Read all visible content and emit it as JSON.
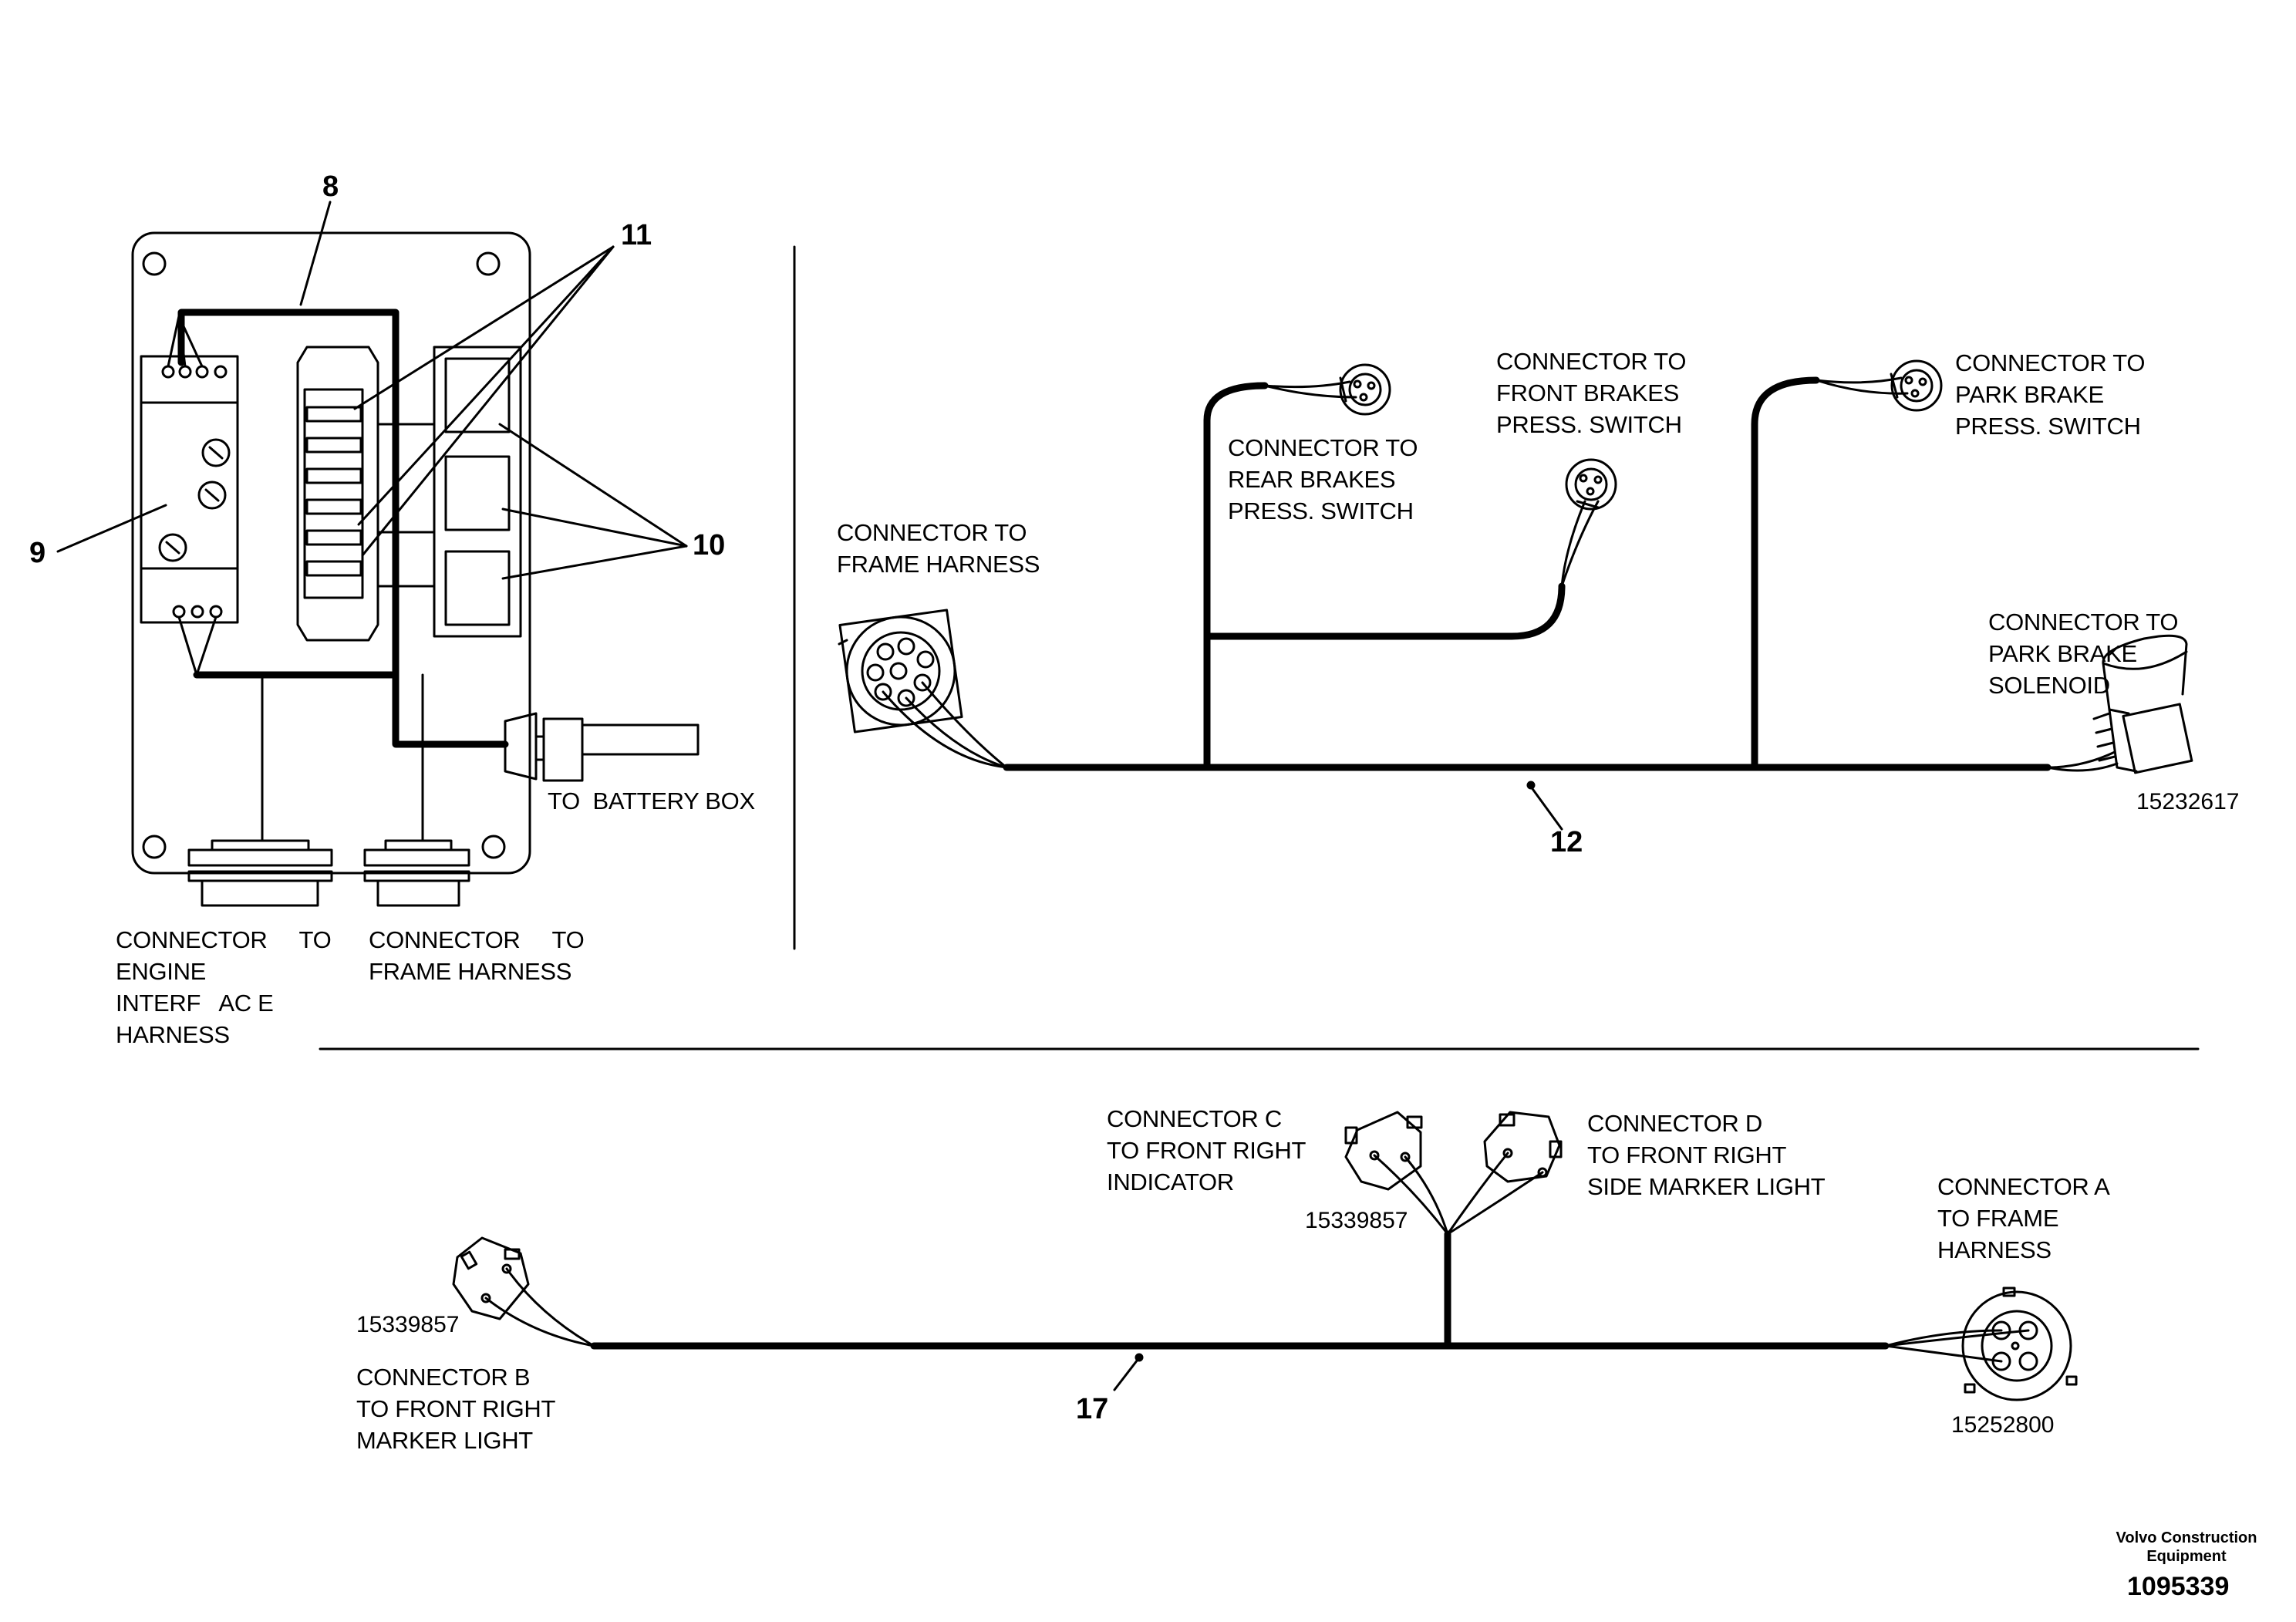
{
  "labels": {
    "engine_interface": "CONNECTOR     TO\nENGINE\nINTERF   AC E\nHARNESS",
    "frame_harness_box": "CONNECTOR     TO\nFRAME HARNESS",
    "battery_box": "TO  BATTERY BOX",
    "frame_harness_12": "CONNECTOR TO\nFRAME HARNESS",
    "rear_brakes": "CONNECTOR TO\nREAR BRAKES\nPRESS. SWITCH",
    "front_brakes": "CONNECTOR TO\nFRONT BRAKES\nPRESS. SWITCH",
    "park_brake_switch": "CONNECTOR TO\nPARK BRAKE\nPRESS. SWITCH",
    "park_brake_solenoid": "CONNECTOR TO\nPARK BRAKE\nSOLENOID",
    "connector_c": "CONNECTOR C\nTO FRONT RIGHT\nINDICATOR",
    "connector_d": "CONNECTOR D\nTO FRONT RIGHT\nSIDE MARKER LIGHT",
    "connector_a": "CONNECTOR A\nTO FRAME\nHARNESS",
    "connector_b": "CONNECTOR B\nTO FRONT RIGHT\nMARKER LIGHT"
  },
  "callouts": {
    "c8": "8",
    "c9": "9",
    "c10": "10",
    "c11": "11",
    "c12": "12",
    "c17": "17"
  },
  "part_numbers": {
    "solenoid": "15232617",
    "connector_c": "15339857",
    "connector_b": "15339857",
    "connector_a": "15252800"
  },
  "footer": {
    "brand": "Volvo Construction\nEquipment",
    "doc_number": "1095339"
  }
}
